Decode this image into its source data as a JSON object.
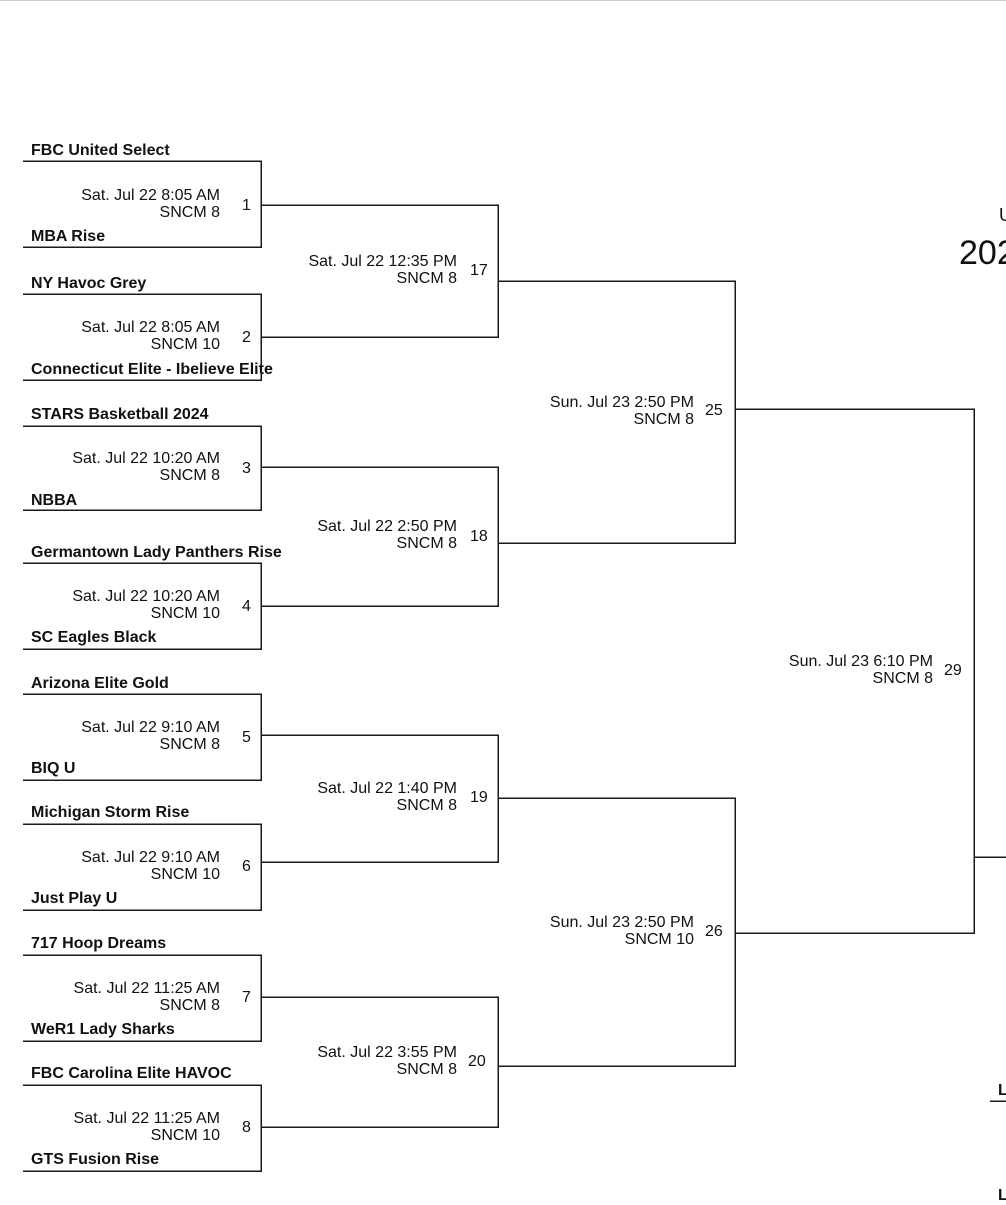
{
  "round1": [
    {
      "game": "1",
      "date": "Sat. Jul 22 8:05 AM",
      "court": "SNCM 8",
      "top": "FBC United Select",
      "bottom": "MBA Rise"
    },
    {
      "game": "2",
      "date": "Sat. Jul 22 8:05 AM",
      "court": "SNCM 10",
      "top": "NY Havoc Grey",
      "bottom": "Connecticut Elite - Ibelieve Elite"
    },
    {
      "game": "3",
      "date": "Sat. Jul 22 10:20 AM",
      "court": "SNCM 8",
      "top": "STARS Basketball 2024",
      "bottom": "NBBA"
    },
    {
      "game": "4",
      "date": "Sat. Jul 22 10:20 AM",
      "court": "SNCM 10",
      "top": "Germantown Lady Panthers Rise",
      "bottom": "SC Eagles Black"
    },
    {
      "game": "5",
      "date": "Sat. Jul 22 9:10 AM",
      "court": "SNCM 8",
      "top": "Arizona Elite Gold",
      "bottom": "BIQ U"
    },
    {
      "game": "6",
      "date": "Sat. Jul 22 9:10 AM",
      "court": "SNCM 10",
      "top": "Michigan Storm Rise",
      "bottom": "Just Play U"
    },
    {
      "game": "7",
      "date": "Sat. Jul 22 11:25 AM",
      "court": "SNCM 8",
      "top": "717 Hoop Dreams",
      "bottom": "WeR1 Lady Sharks"
    },
    {
      "game": "8",
      "date": "Sat. Jul 22 11:25 AM",
      "court": "SNCM 10",
      "top": "FBC Carolina Elite HAVOC",
      "bottom": "GTS Fusion Rise"
    }
  ],
  "round2": [
    {
      "game": "17",
      "date": "Sat. Jul 22 12:35 PM",
      "court": "SNCM 8"
    },
    {
      "game": "18",
      "date": "Sat. Jul 22 2:50 PM",
      "court": "SNCM 8"
    },
    {
      "game": "19",
      "date": "Sat. Jul 22 1:40 PM",
      "court": "SNCM 8"
    },
    {
      "game": "20",
      "date": "Sat. Jul 22 3:55 PM",
      "court": "SNCM 8"
    }
  ],
  "round3": [
    {
      "game": "25",
      "date": "Sun. Jul 23 2:50 PM",
      "court": "SNCM 8"
    },
    {
      "game": "26",
      "date": "Sun. Jul 23 2:50 PM",
      "court": "SNCM 10"
    }
  ],
  "round4": [
    {
      "game": "29",
      "date": "Sun. Jul 23 6:10 PM",
      "court": "SNCM 8"
    }
  ],
  "edge": {
    "title_fragment": "U",
    "year_fragment": "202",
    "label_fragment_1": "L",
    "label_fragment_2": "L"
  },
  "colors": {
    "line": "#1a1a1a",
    "text": "#111111"
  }
}
